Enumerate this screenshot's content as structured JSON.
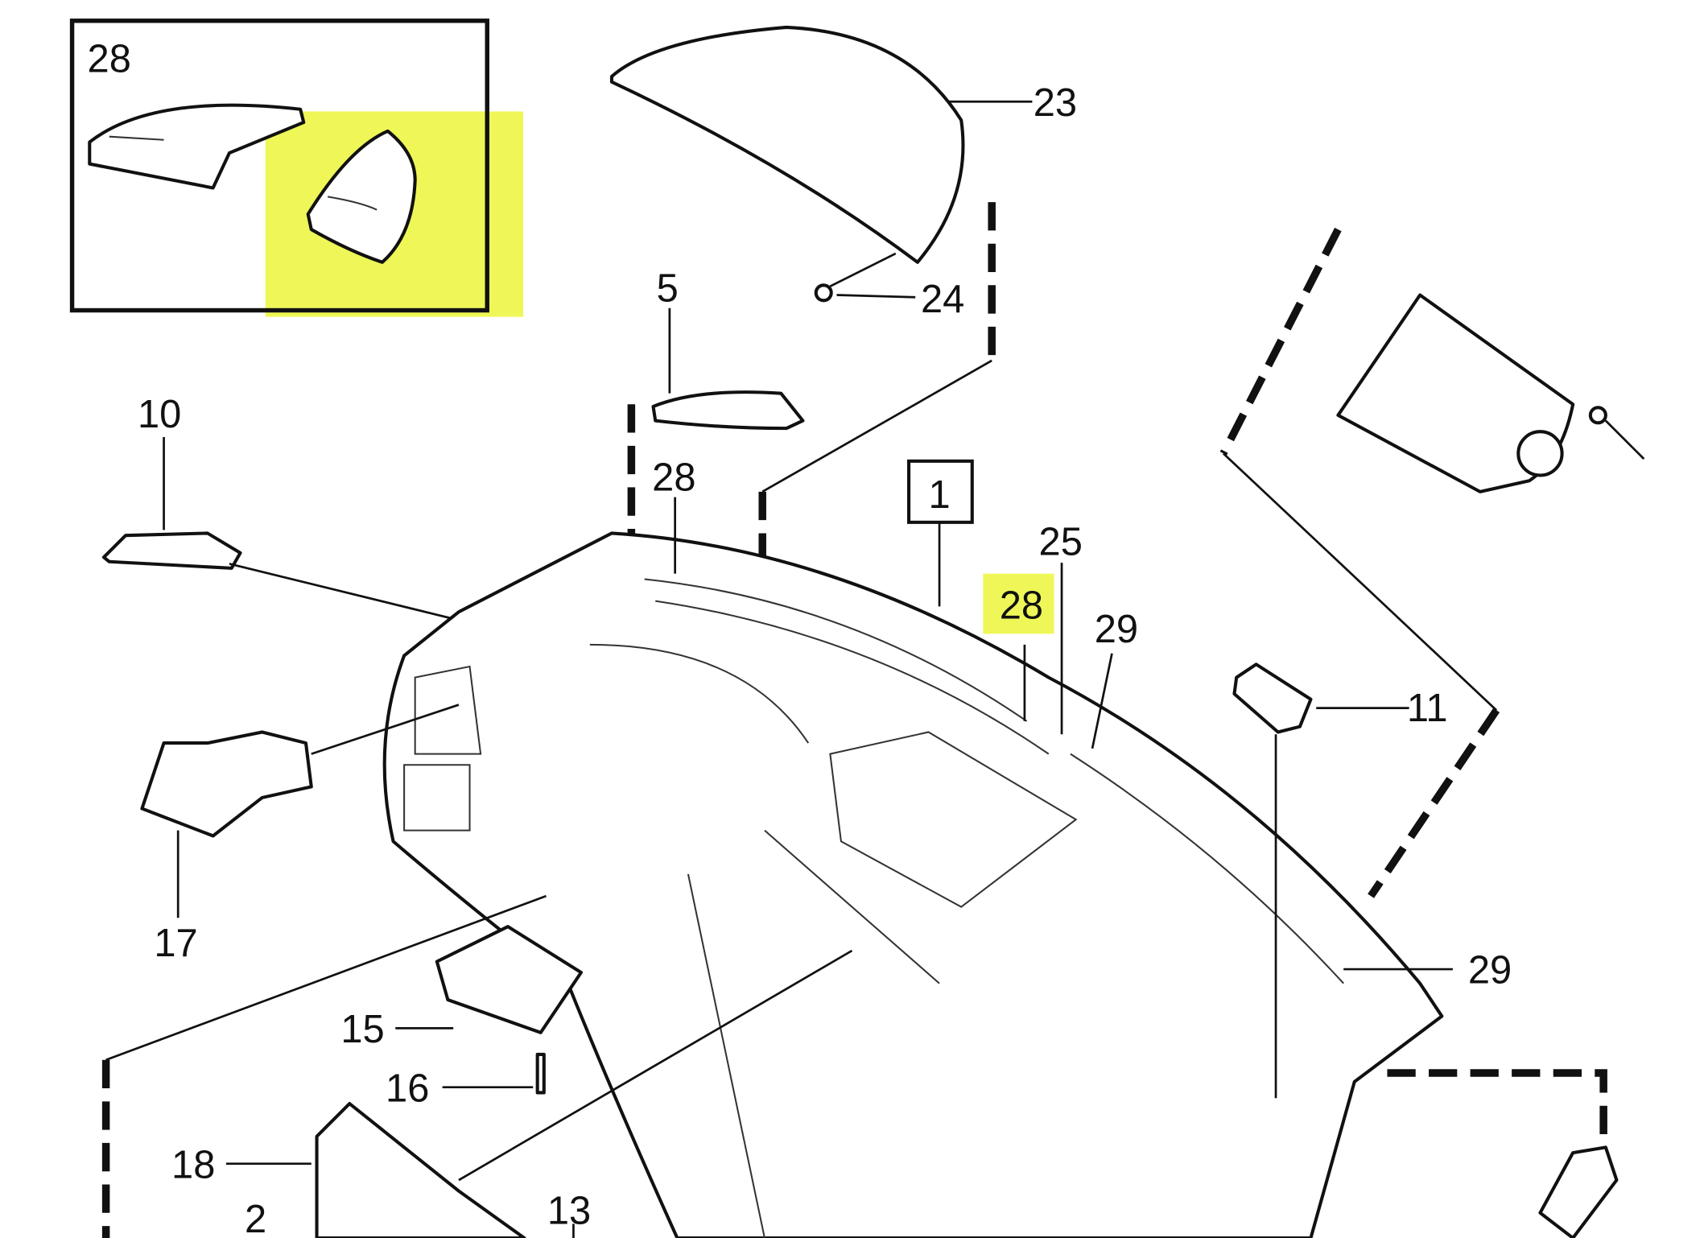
{
  "highlight_color": "#eef757",
  "inset": {
    "label": "28"
  },
  "callouts": {
    "c23": "23",
    "c24": "24",
    "c5": "5",
    "c10": "10",
    "c28_upper": "28",
    "c1": "1",
    "c25": "25",
    "c28_highlighted": "28",
    "c29_upper": "29",
    "c11": "11",
    "c17": "17",
    "c29_lower": "29",
    "c15": "15",
    "c16": "16",
    "c18": "18",
    "c2": "2",
    "c13": "13"
  }
}
